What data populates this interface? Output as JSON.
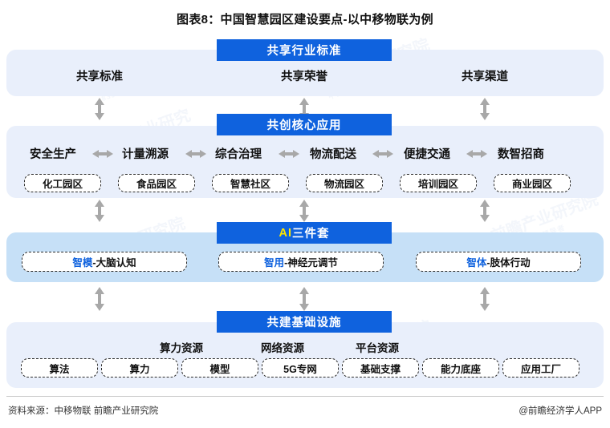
{
  "title": "图表8：中国智慧园区建设要点-以中移物联为例",
  "colors": {
    "chip_blue": "#0f62de",
    "band_light": "#e9effb",
    "band_dark": "#c6e0f7",
    "accent_yellow": "#ffe600",
    "text_blue": "#0f62de",
    "arrow_gray": "#a8a8a8"
  },
  "sections": [
    {
      "id": "standards",
      "header": "共享行业标准",
      "labels": [
        "共享标准",
        "共享荣誉",
        "共享渠道"
      ]
    },
    {
      "id": "core-apps",
      "header": "共创核心应用",
      "labels": [
        "安全生产",
        "计量溯源",
        "综合治理",
        "物流配送",
        "便捷交通",
        "数智招商"
      ],
      "boxes": [
        "化工园区",
        "食品园区",
        "智慧社区",
        "物流园区",
        "培训园区",
        "商业园区"
      ]
    },
    {
      "id": "ai-trio",
      "header_accent": "AI",
      "header_rest": "三件套",
      "boxes": [
        {
          "prefix": "智模",
          "suffix": "-大脑认知"
        },
        {
          "prefix": "智用",
          "suffix": "-神经元调节"
        },
        {
          "prefix": "智体",
          "suffix": "-肢体行动"
        }
      ]
    },
    {
      "id": "infrastructure",
      "header": "共建基础设施",
      "groups": [
        "算力资源",
        "网络资源",
        "平台资源"
      ],
      "boxes": [
        "算法",
        "算力",
        "模型",
        "5G专网",
        "基础支撑",
        "能力底座",
        "应用工厂"
      ]
    }
  ],
  "footer": {
    "source": "资料来源：中移物联 前瞻产业研究院",
    "brand": "@前瞻经济学人APP"
  },
  "watermarks": [
    "前瞻产业研究院",
    "中国产业咨询领导者",
    "研究院"
  ]
}
